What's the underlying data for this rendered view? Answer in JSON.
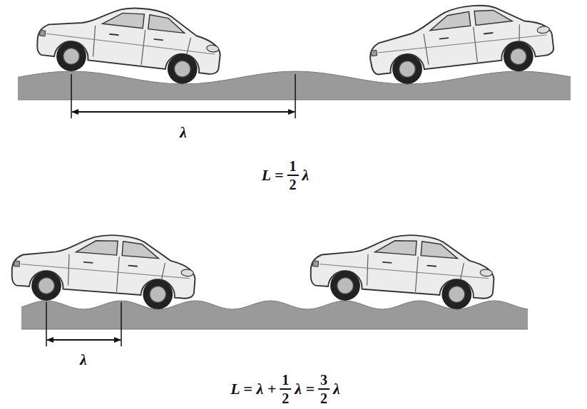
{
  "diagram": {
    "labels": [
      "λ",
      "L =",
      "1",
      "2",
      "λ",
      "λ",
      "L = λ +",
      "1",
      "2",
      "λ =",
      "3",
      "2",
      "λ"
    ]
  }
}
